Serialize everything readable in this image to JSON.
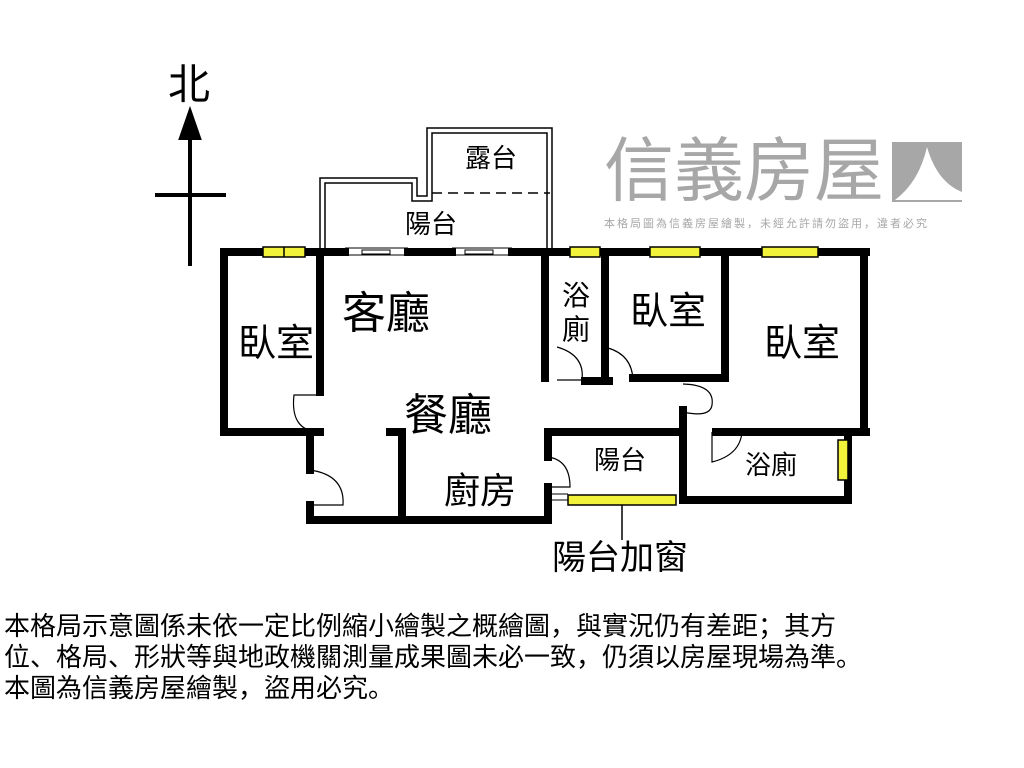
{
  "compass": {
    "north_label": "北"
  },
  "rooms": {
    "terrace": "露台",
    "balcony_top": "陽台",
    "living_room": "客廳",
    "bedroom_left": "臥室",
    "bath_middle_1": "浴",
    "bath_middle_2": "廁",
    "bedroom_middle": "臥室",
    "bedroom_right": "臥室",
    "dining_room": "餐廳",
    "kitchen": "廚房",
    "balcony_bottom": "陽台",
    "bath_right": "浴廁",
    "balcony_window_callout": "陽台加窗"
  },
  "watermark": {
    "brand": "信義房屋",
    "notice": "本格局圖為信義房屋繪製，未經允許請勿盜用，違者必究"
  },
  "disclaimer": {
    "line1": "本格局示意圖係未依一定比例縮小繪製之概繪圖，與實況仍有差距；其方",
    "line2": "位、格局、形狀等與地政機關測量成果圖未必一致，仍須以房屋現場為準。",
    "line3": "本圖為信義房屋繪製，盜用必究。"
  },
  "colors": {
    "wall": "#000000",
    "window": "#f2f23a",
    "watermark": "#a7a7a7"
  }
}
